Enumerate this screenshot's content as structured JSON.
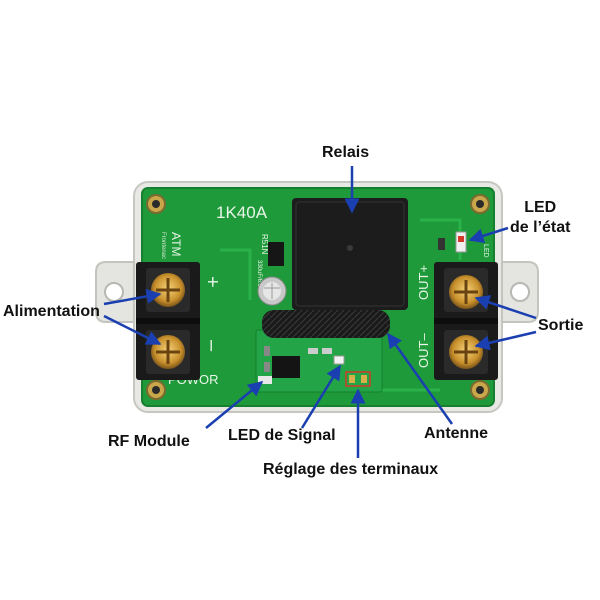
{
  "board": {
    "model": "1K40A",
    "pin_brand": "ATM",
    "pin_brand_sub": "Frontenac",
    "plus_sign": "+",
    "minus_sign": "–",
    "power_text": "POWOR",
    "out_plus": "OUT+",
    "out_minus": "OUT–",
    "resistor_label": "R51N",
    "cap_label": "330uF/6.3V",
    "led_label": "LED"
  },
  "labels": {
    "relais": "Relais",
    "led_etat_line1": "LED",
    "led_etat_line2": "de l’état",
    "alimentation": "Alimentation",
    "sortie": "Sortie",
    "rf_module": "RF Module",
    "led_signal": "LED de Signal",
    "antenne": "Antenne",
    "reglage": "Réglage des terminaux"
  },
  "colors": {
    "pcb": "#1f9a3a",
    "pcb_dark": "#16802e",
    "case": "#e8e8e4",
    "relay": "#1c1c1c",
    "terminal": "#1a1a1a",
    "screw": "#d9a640",
    "arrow": "#1a3fb0",
    "silkscreen": "#e8f5e8"
  }
}
